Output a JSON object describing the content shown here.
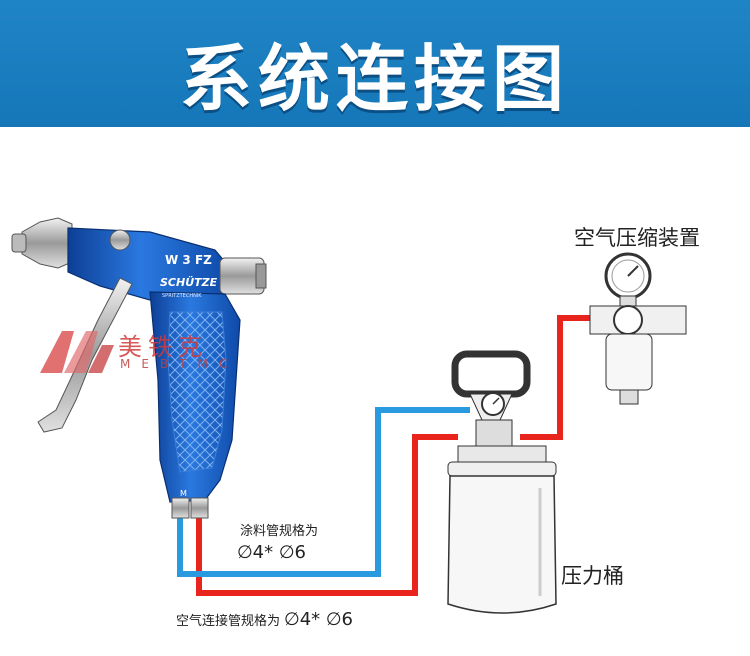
{
  "banner": {
    "title": "系统连接图",
    "color": "#1679bd"
  },
  "labels": {
    "compressor": "空气压缩装置",
    "tank": "压力桶",
    "paint_pipe": "涂料管规格为",
    "paint_pipe_size": "∅4* ∅6",
    "air_pipe": "空气连接管规格为",
    "air_pipe_size": "∅4*  ∅6"
  },
  "gun": {
    "model": "W 3 FZ",
    "brand": "SCHÜTZE",
    "brand_sub": "SPRITZTECHNIK",
    "mark": "M"
  },
  "watermark": {
    "text": "美铁克",
    "sub": "MEBTMC"
  },
  "colors": {
    "air_line": "#e8241c",
    "paint_line": "#2a9ae0",
    "gun_body": "#1b62c8"
  }
}
